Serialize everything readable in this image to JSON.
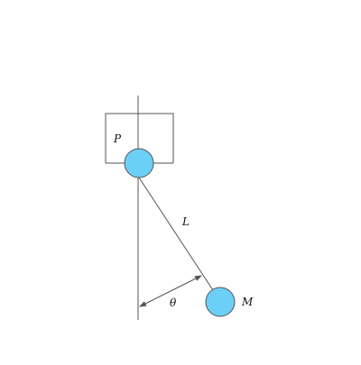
{
  "labels": {
    "pivot": "P",
    "length": "L",
    "angle": "θ",
    "mass": "M"
  },
  "colors": {
    "ball_fill": "#6ccff6",
    "ball_stroke": "#555555",
    "line": "#555555",
    "background": "#ffffff"
  }
}
